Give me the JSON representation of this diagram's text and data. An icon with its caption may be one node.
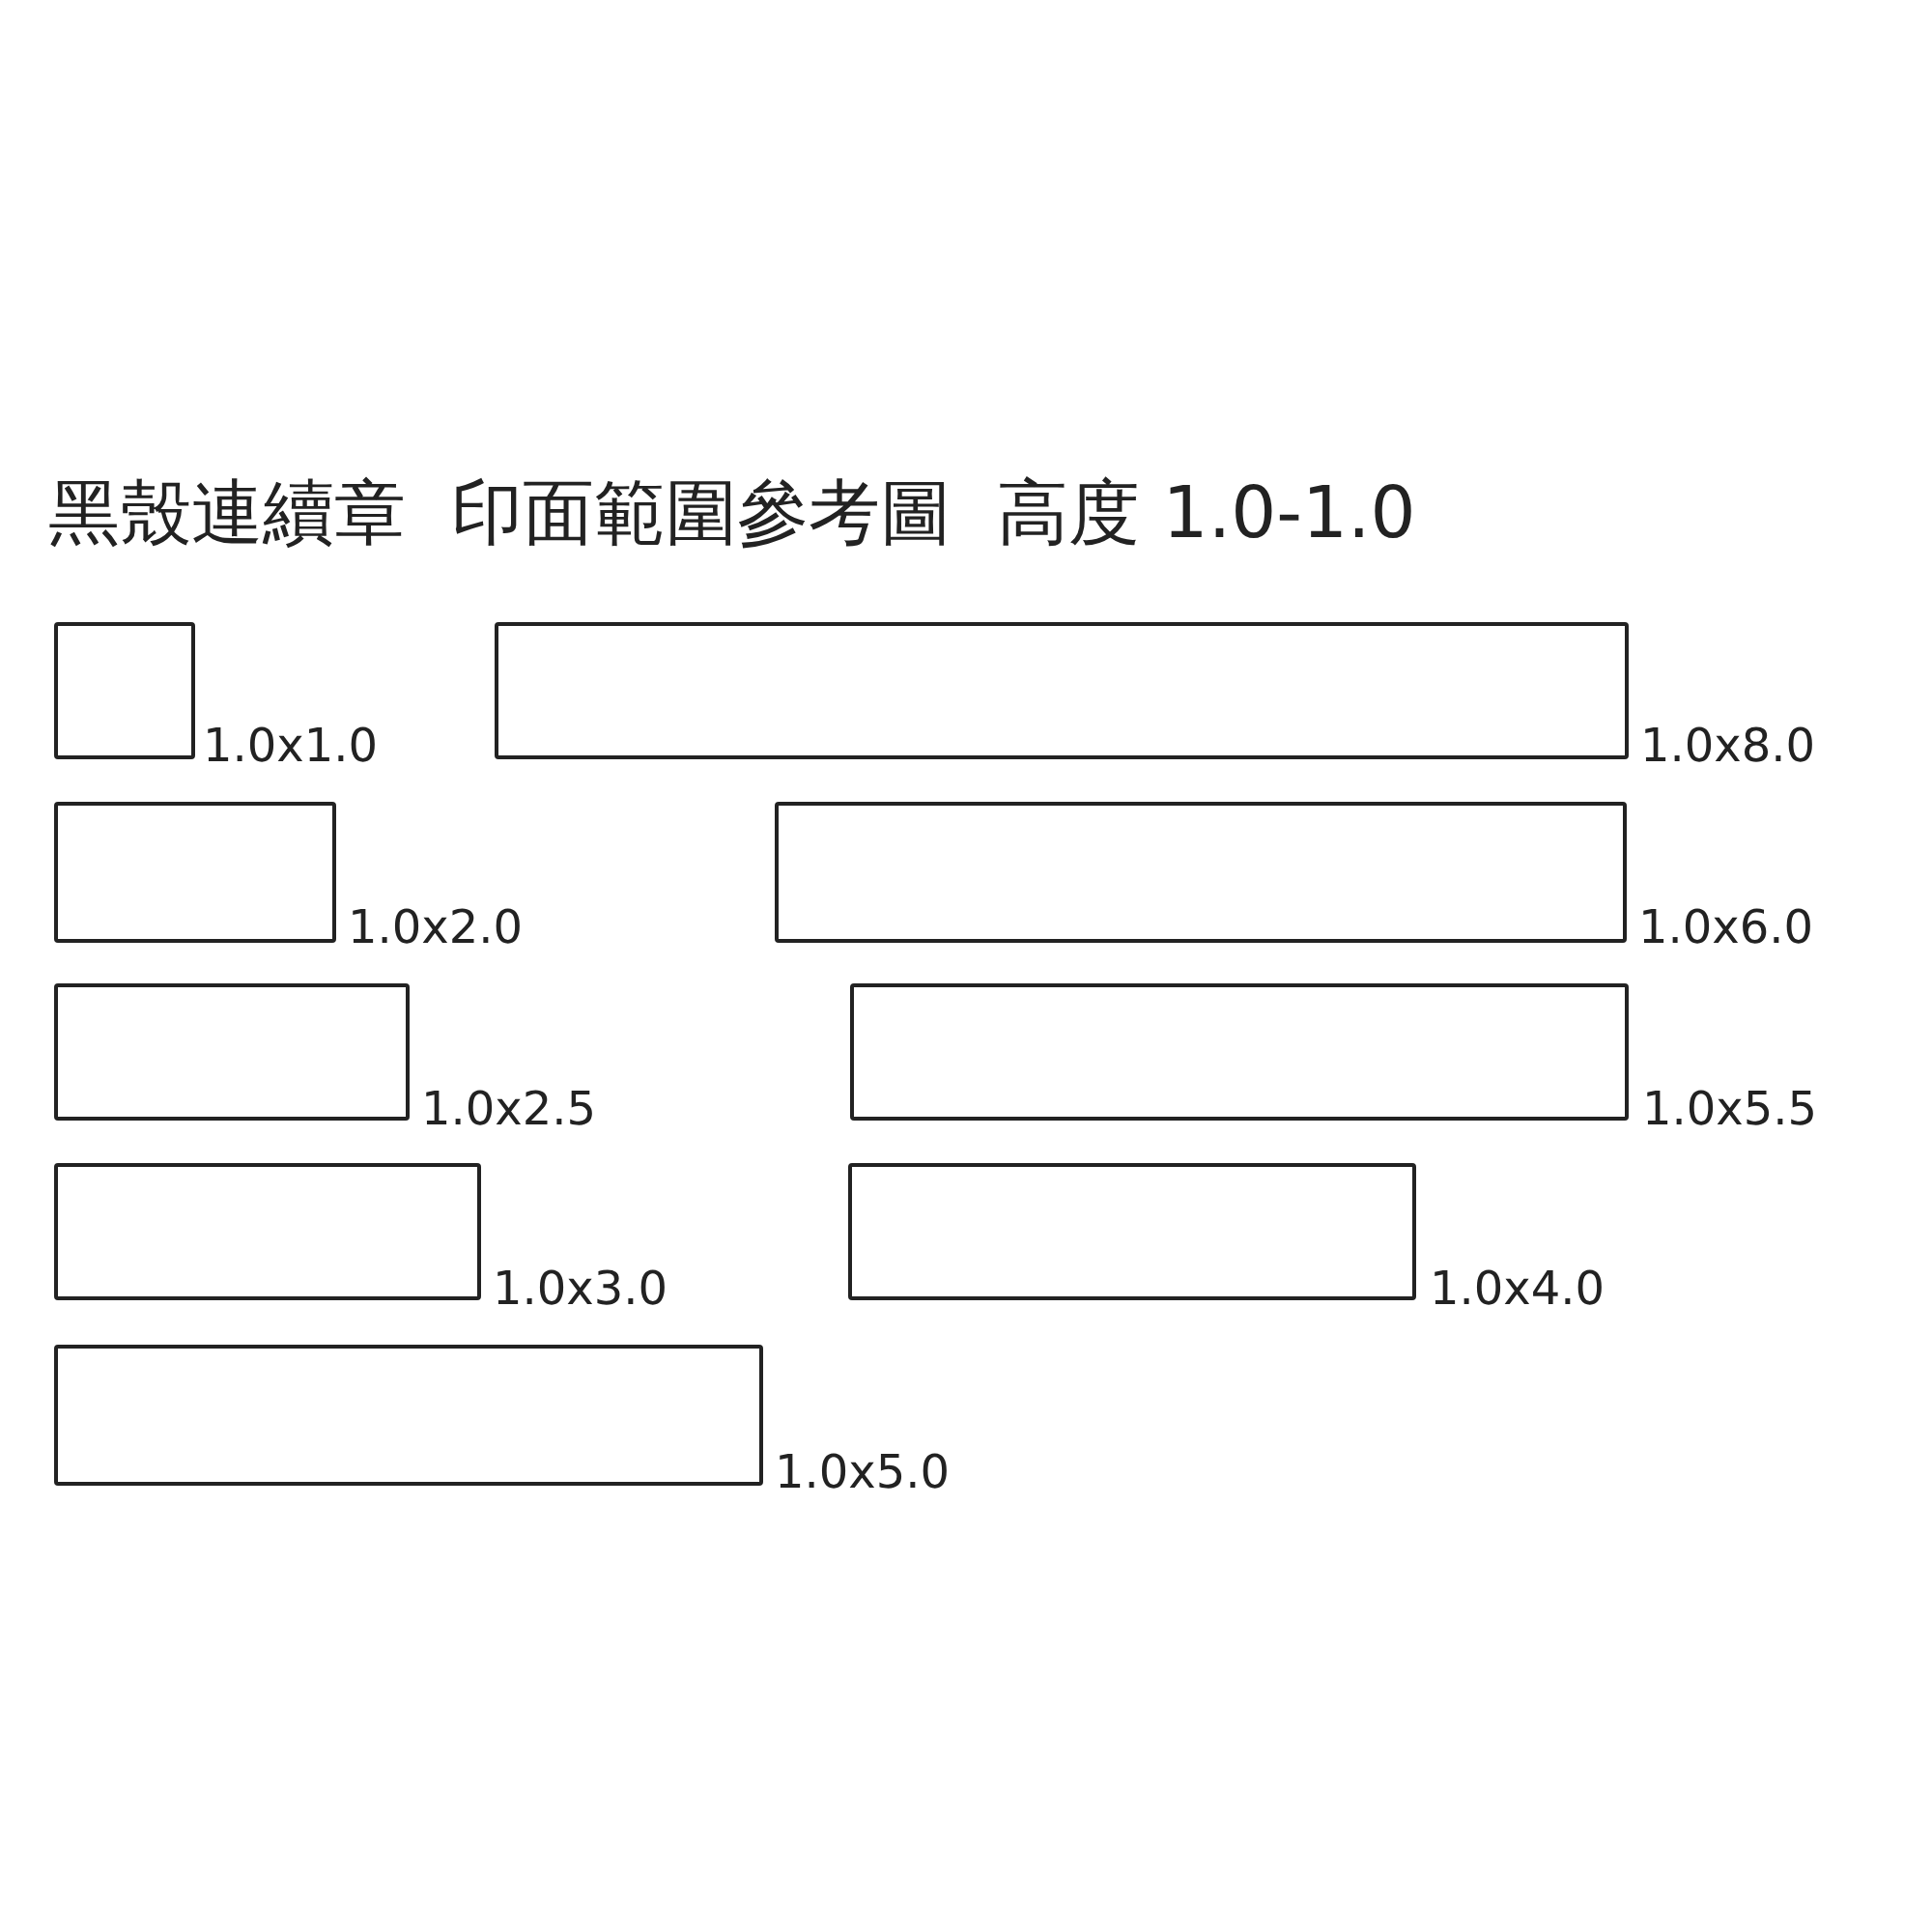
{
  "diagram": {
    "title": "黑殼連續章  印面範圍參考圖  高度 1.0-1.0",
    "nodes": [
      {
        "text": [],
        "shape": "box",
        "beside": [
          "1.0x1.0"
        ]
      },
      {
        "text": [],
        "shape": "box",
        "beside": [
          "1.0x8.0"
        ]
      },
      {
        "text": [],
        "shape": "box",
        "beside": [
          "1.0x2.0"
        ]
      },
      {
        "text": [],
        "shape": "box",
        "beside": [
          "1.0x6.0"
        ]
      },
      {
        "text": [],
        "shape": "box",
        "beside": [
          "1.0x2.5"
        ]
      },
      {
        "text": [],
        "shape": "box",
        "beside": [
          "1.0x5.5"
        ]
      },
      {
        "text": [],
        "shape": "box",
        "beside": [
          "1.0x3.0"
        ]
      },
      {
        "text": [],
        "shape": "box",
        "beside": [
          "1.0x4.0"
        ]
      },
      {
        "text": [],
        "shape": "box",
        "beside": [
          "1.0x5.0"
        ]
      }
    ]
  }
}
